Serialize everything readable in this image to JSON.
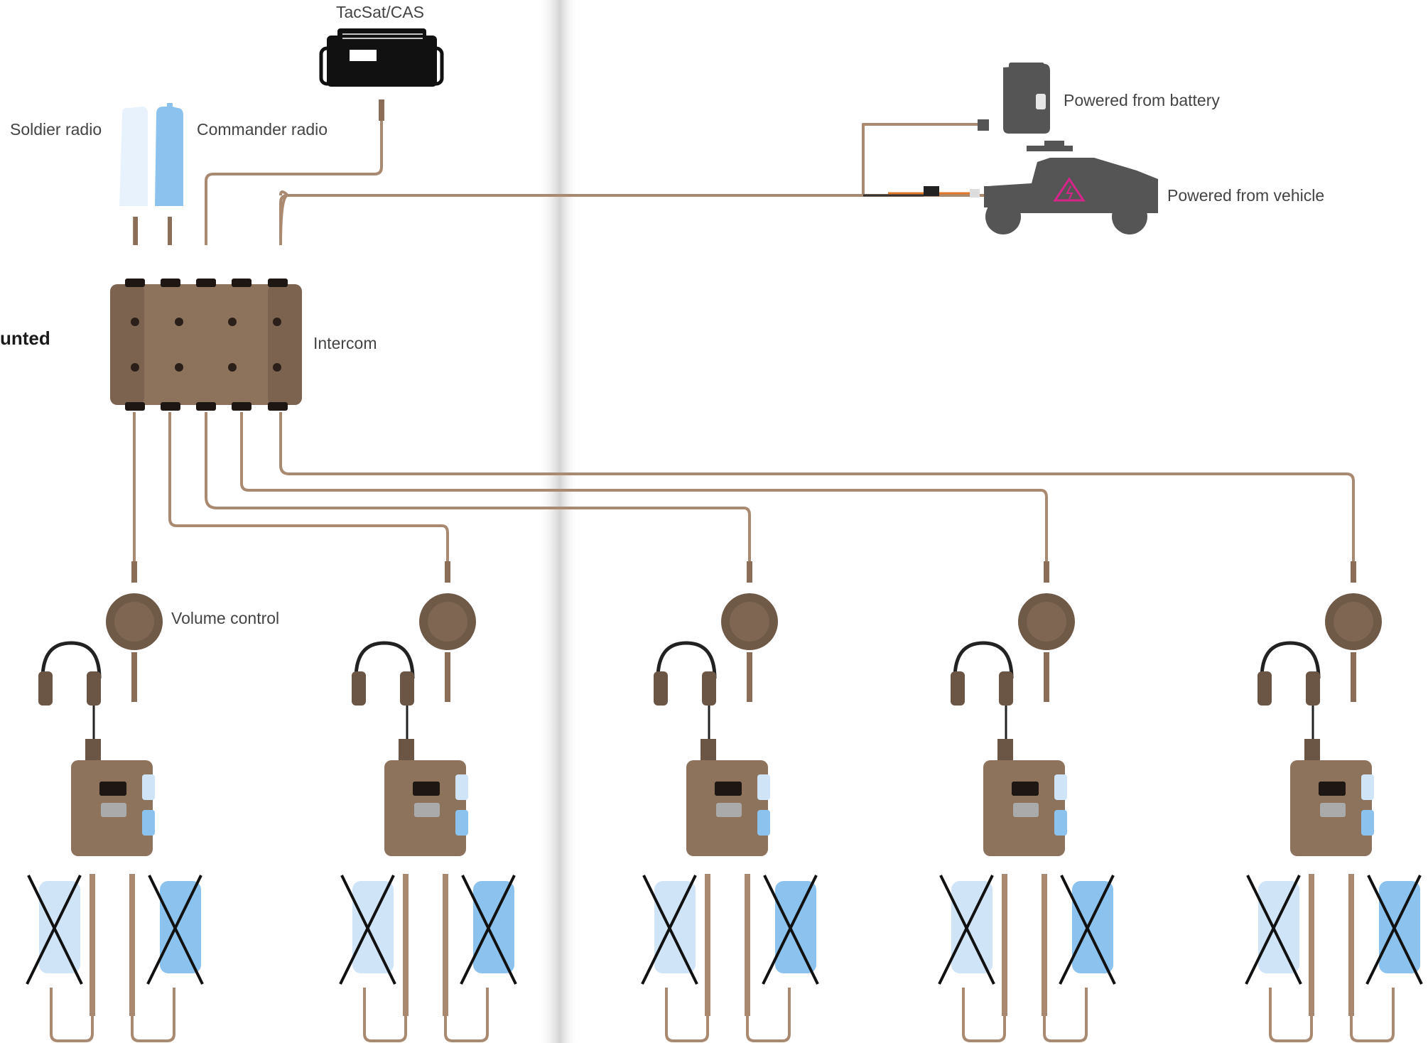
{
  "labels": {
    "tacsat": "TacSat/CAS",
    "soldier_radio": "Soldier radio",
    "commander_radio": "Commander radio",
    "mode_partial": "unted",
    "intercom": "Intercom",
    "battery": "Powered from battery",
    "vehicle": "Powered from vehicle",
    "volume_control": "Volume control"
  },
  "colors": {
    "cable": "#a98a70",
    "device_tan": "#8d725c",
    "soldier_radio": "#e8f2fc",
    "commander_radio": "#8cc3ee",
    "vehicle": "#555555",
    "warning": "#d6248a",
    "cross": "#111111"
  },
  "icons": [
    "tacsat-radio-icon",
    "soldier-radio-icon",
    "commander-radio-icon",
    "intercom-hub-icon",
    "battery-icon",
    "vehicle-icon",
    "volume-knob-icon",
    "headset-icon",
    "control-unit-icon",
    "cross-icon"
  ],
  "operator_stations": 5
}
